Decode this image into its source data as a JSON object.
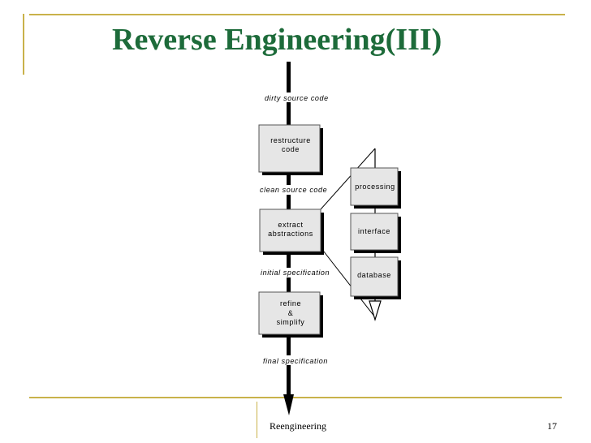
{
  "slide": {
    "title": "Reverse Engineering(III)",
    "footer": "Reengineering",
    "page_number": "17"
  },
  "diagram": {
    "flow_labels": {
      "dirty": "dirty source code",
      "clean": "clean source code",
      "initial": "initial specification",
      "final": "final specification"
    },
    "steps": {
      "restructure": [
        "restructure",
        "code"
      ],
      "extract": [
        "extract",
        "abstractions"
      ],
      "refine": [
        "refine",
        "&",
        "simplify"
      ]
    },
    "abstractions": {
      "processing": "processing",
      "interface": "interface",
      "database": "database"
    }
  },
  "colors": {
    "title": "#1d6b3a",
    "rule": "#c9b24a",
    "box_fill": "#e6e6e6",
    "box_shadow": "#000000"
  }
}
